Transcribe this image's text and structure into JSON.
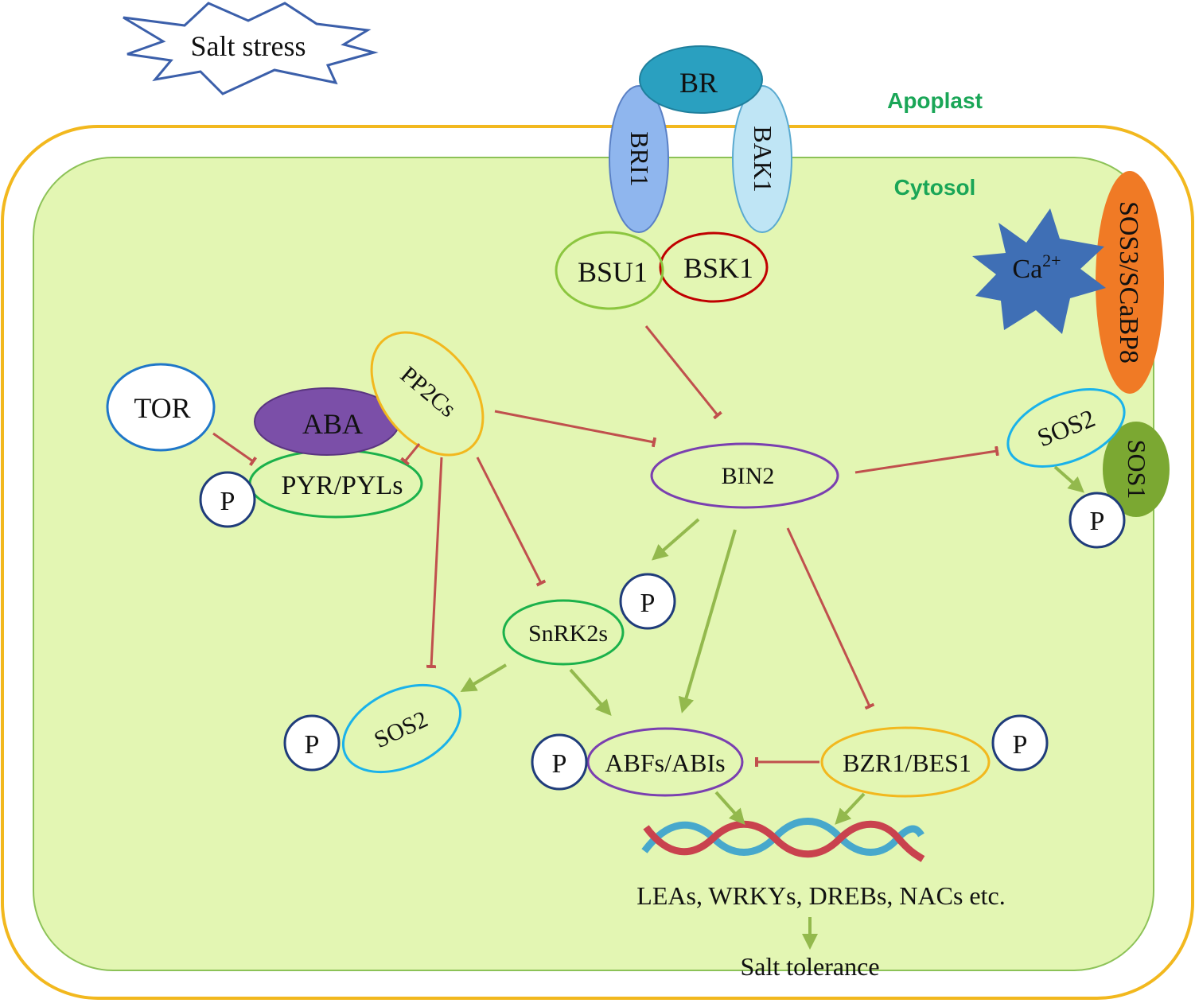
{
  "colors": {
    "cell_wall": "#f2b81e",
    "cytosol_fill": "#e3f6b3",
    "cytosol_stroke": "#8cc257",
    "region_label": "#1aa657",
    "inhibit": "#c0504d",
    "activate": "#93b94d",
    "br_fill": "#2aa0c0",
    "bri1_fill": "#8fb6ee",
    "bak1_fill": "#bfe5f5",
    "aba_fill": "#7b4fa8",
    "ca_fill": "#3f6fb5",
    "sos3_fill": "#f07a25",
    "sos1_fill": "#7ba832",
    "dna_red": "#c9424e",
    "dna_blue": "#47a8cc"
  },
  "labels": {
    "salt_stress": "Salt stress",
    "apoplast": "Apoplast",
    "cytosol": "Cytosol",
    "br": "BR",
    "bri1": "BRI1",
    "bak1": "BAK1",
    "bsu1": "BSU1",
    "bsk1": "BSK1",
    "ca": "Ca",
    "ca_sup": "2+",
    "sos3_scabp8": "SOS3/SCaBP8",
    "sos2_right": "SOS2",
    "sos1": "SOS1",
    "p_sos2_right": "P",
    "tor": "TOR",
    "aba": "ABA",
    "pp2cs": "PP2Cs",
    "pyr_pyls": "PYR/PYLs",
    "p_pyr": "P",
    "bin2": "BIN2",
    "snrk2s": "SnRK2s",
    "p_snrk2s": "P",
    "sos2_left": "SOS2",
    "p_sos2_left": "P",
    "abfs_abis": "ABFs/ABIs",
    "p_abfs": "P",
    "bzr1_bes1": "BZR1/BES1",
    "p_bzr1": "P",
    "genes": "LEAs, WRKYs, DREBs, NACs etc.",
    "salt_tolerance": "Salt tolerance"
  }
}
